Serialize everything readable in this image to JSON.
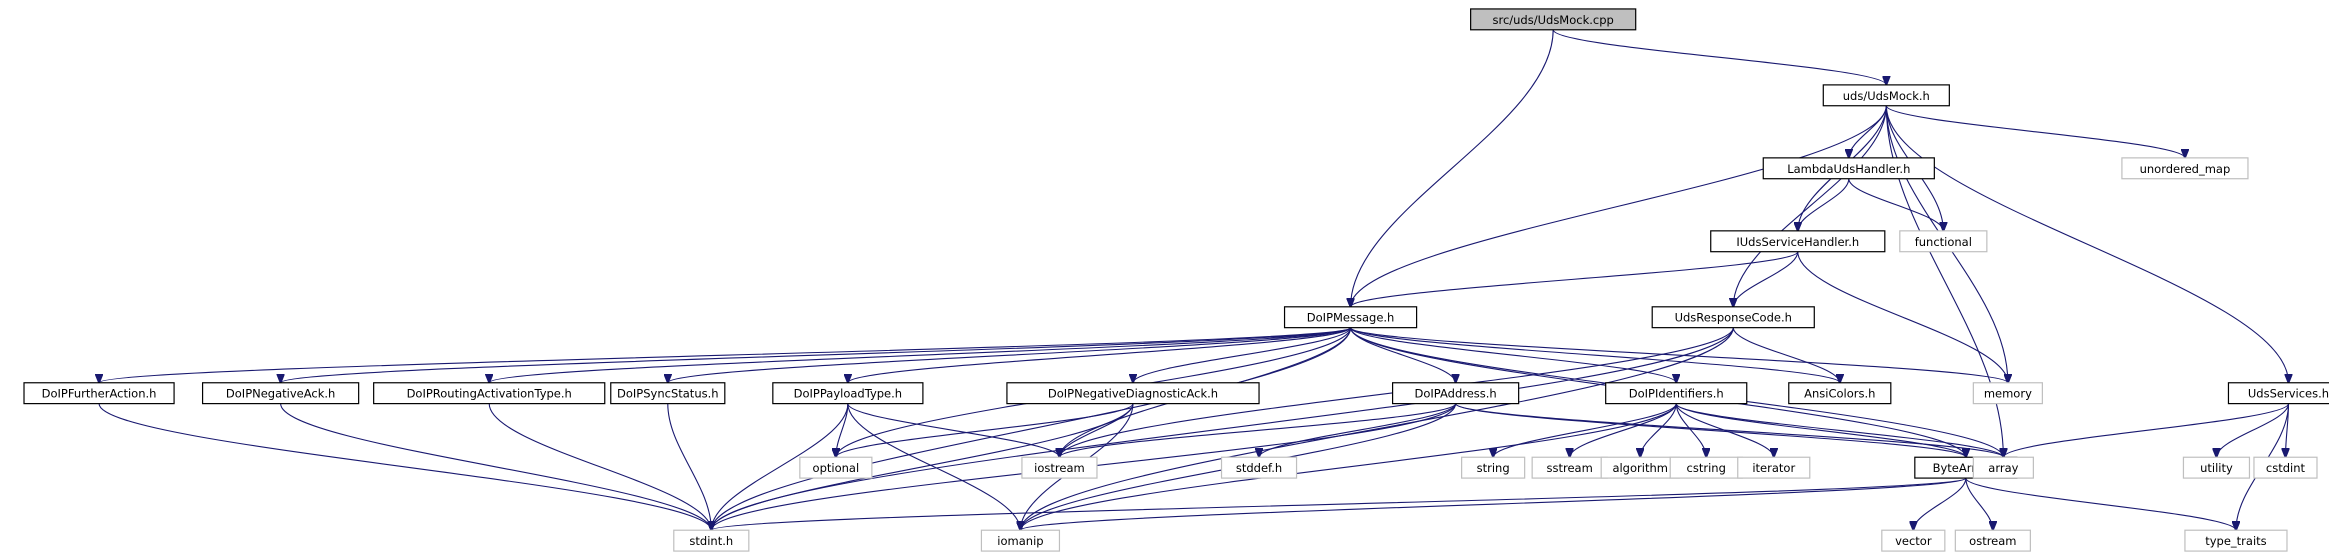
{
  "title": "src/uds/UdsMock.cpp include dependency graph",
  "colors": {
    "edge": "#191970",
    "root_fill": "#bfbfbf",
    "node_border": "#000000",
    "system_border": "#bfbfbf"
  },
  "nodes": [
    {
      "id": "root",
      "label": "src/uds/UdsMock.cpp",
      "kind": "root"
    },
    {
      "id": "udsmock_h",
      "label": "uds/UdsMock.h",
      "kind": "project"
    },
    {
      "id": "lambda",
      "label": "LambdaUdsHandler.h",
      "kind": "project"
    },
    {
      "id": "iuds",
      "label": "IUdsServiceHandler.h",
      "kind": "project"
    },
    {
      "id": "udsresp",
      "label": "UdsResponseCode.h",
      "kind": "project"
    },
    {
      "id": "doipmsg",
      "label": "DoIPMessage.h",
      "kind": "project"
    },
    {
      "id": "udsservices",
      "label": "UdsServices.h",
      "kind": "project"
    },
    {
      "id": "functional",
      "label": "functional",
      "kind": "system"
    },
    {
      "id": "unordered_map",
      "label": "unordered_map",
      "kind": "system"
    },
    {
      "id": "memory",
      "label": "memory",
      "kind": "system"
    },
    {
      "id": "ansicolors",
      "label": "AnsiColors.h",
      "kind": "project"
    },
    {
      "id": "further",
      "label": "DoIPFurtherAction.h",
      "kind": "project"
    },
    {
      "id": "negack",
      "label": "DoIPNegativeAck.h",
      "kind": "project"
    },
    {
      "id": "routing",
      "label": "DoIPRoutingActivationType.h",
      "kind": "project"
    },
    {
      "id": "sync",
      "label": "DoIPSyncStatus.h",
      "kind": "project"
    },
    {
      "id": "payload",
      "label": "DoIPPayloadType.h",
      "kind": "project"
    },
    {
      "id": "negdiag",
      "label": "DoIPNegativeDiagnosticAck.h",
      "kind": "project"
    },
    {
      "id": "address",
      "label": "DoIPAddress.h",
      "kind": "project"
    },
    {
      "id": "identifiers",
      "label": "DoIPIdentifiers.h",
      "kind": "project"
    },
    {
      "id": "bytearray",
      "label": "ByteArray.h",
      "kind": "project"
    },
    {
      "id": "array",
      "label": "array",
      "kind": "system"
    },
    {
      "id": "optional",
      "label": "optional",
      "kind": "system"
    },
    {
      "id": "iostream",
      "label": "iostream",
      "kind": "system"
    },
    {
      "id": "stddef",
      "label": "stddef.h",
      "kind": "system"
    },
    {
      "id": "string",
      "label": "string",
      "kind": "system"
    },
    {
      "id": "sstream",
      "label": "sstream",
      "kind": "system"
    },
    {
      "id": "algorithm",
      "label": "algorithm",
      "kind": "system"
    },
    {
      "id": "cstring",
      "label": "cstring",
      "kind": "system"
    },
    {
      "id": "iterator",
      "label": "iterator",
      "kind": "system"
    },
    {
      "id": "utility",
      "label": "utility",
      "kind": "system"
    },
    {
      "id": "cstdint",
      "label": "cstdint",
      "kind": "system"
    },
    {
      "id": "stdint",
      "label": "stdint.h",
      "kind": "system"
    },
    {
      "id": "iomanip",
      "label": "iomanip",
      "kind": "system"
    },
    {
      "id": "vector",
      "label": "vector",
      "kind": "system"
    },
    {
      "id": "ostream",
      "label": "ostream",
      "kind": "system"
    },
    {
      "id": "type_traits",
      "label": "type_traits",
      "kind": "system"
    }
  ],
  "edges": [
    [
      "root",
      "doipmsg"
    ],
    [
      "root",
      "udsmock_h"
    ],
    [
      "udsmock_h",
      "doipmsg"
    ],
    [
      "udsmock_h",
      "lambda"
    ],
    [
      "udsmock_h",
      "iuds"
    ],
    [
      "udsmock_h",
      "udsresp"
    ],
    [
      "udsmock_h",
      "functional"
    ],
    [
      "udsmock_h",
      "memory"
    ],
    [
      "udsmock_h",
      "array"
    ],
    [
      "udsmock_h",
      "unordered_map"
    ],
    [
      "udsmock_h",
      "udsservices"
    ],
    [
      "lambda",
      "iuds"
    ],
    [
      "lambda",
      "functional"
    ],
    [
      "iuds",
      "doipmsg"
    ],
    [
      "iuds",
      "udsresp"
    ],
    [
      "iuds",
      "memory"
    ],
    [
      "udsresp",
      "ansicolors"
    ],
    [
      "udsresp",
      "iostream"
    ],
    [
      "udsresp",
      "stdint"
    ],
    [
      "udsresp",
      "iomanip"
    ],
    [
      "doipmsg",
      "further"
    ],
    [
      "doipmsg",
      "negack"
    ],
    [
      "doipmsg",
      "routing"
    ],
    [
      "doipmsg",
      "sync"
    ],
    [
      "doipmsg",
      "payload"
    ],
    [
      "doipmsg",
      "negdiag"
    ],
    [
      "doipmsg",
      "address"
    ],
    [
      "doipmsg",
      "identifiers"
    ],
    [
      "doipmsg",
      "ansicolors"
    ],
    [
      "doipmsg",
      "memory"
    ],
    [
      "doipmsg",
      "optional"
    ],
    [
      "doipmsg",
      "iostream"
    ],
    [
      "doipmsg",
      "stdint"
    ],
    [
      "doipmsg",
      "bytearray"
    ],
    [
      "doipmsg",
      "array"
    ],
    [
      "further",
      "stdint"
    ],
    [
      "negack",
      "stdint"
    ],
    [
      "routing",
      "stdint"
    ],
    [
      "sync",
      "stdint"
    ],
    [
      "payload",
      "optional"
    ],
    [
      "payload",
      "iostream"
    ],
    [
      "payload",
      "stdint"
    ],
    [
      "payload",
      "iomanip"
    ],
    [
      "negdiag",
      "optional"
    ],
    [
      "negdiag",
      "iostream"
    ],
    [
      "negdiag",
      "stdint"
    ],
    [
      "negdiag",
      "iomanip"
    ],
    [
      "address",
      "iostream"
    ],
    [
      "address",
      "stddef"
    ],
    [
      "address",
      "stdint"
    ],
    [
      "address",
      "iomanip"
    ],
    [
      "address",
      "bytearray"
    ],
    [
      "address",
      "array"
    ],
    [
      "identifiers",
      "string"
    ],
    [
      "identifiers",
      "sstream"
    ],
    [
      "identifiers",
      "algorithm"
    ],
    [
      "identifiers",
      "cstring"
    ],
    [
      "identifiers",
      "iterator"
    ],
    [
      "identifiers",
      "bytearray"
    ],
    [
      "identifiers",
      "array"
    ],
    [
      "identifiers",
      "iomanip"
    ],
    [
      "bytearray",
      "stdint"
    ],
    [
      "bytearray",
      "iomanip"
    ],
    [
      "bytearray",
      "vector"
    ],
    [
      "bytearray",
      "ostream"
    ],
    [
      "bytearray",
      "type_traits"
    ],
    [
      "udsservices",
      "array"
    ],
    [
      "udsservices",
      "utility"
    ],
    [
      "udsservices",
      "cstdint"
    ],
    [
      "udsservices",
      "type_traits"
    ]
  ]
}
